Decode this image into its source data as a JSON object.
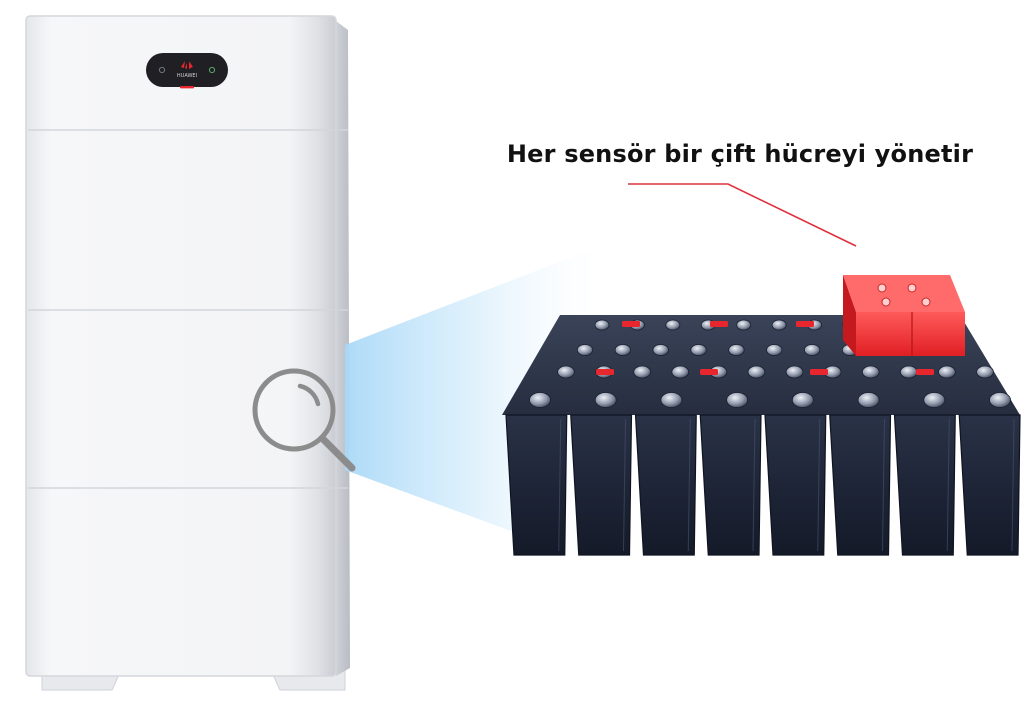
{
  "caption": {
    "text": "Her sensör bir çift hücreyi yönetir"
  },
  "unit": {
    "brand": "HUAWEI",
    "module_count": 3,
    "color_body": "#f1f2f4",
    "color_edge": "#d6d8dc",
    "status_led_color": "#e8262e"
  },
  "cells": {
    "color_body": "#1c2233",
    "color_top": "#2b3346",
    "color_sensor": "#e8262e",
    "color_highlight": "#f03a3a"
  },
  "accent": {
    "leader_line_color": "#e0303c",
    "magnifier_color": "#8c8c8c",
    "beam_color": "#bfe3fb"
  }
}
